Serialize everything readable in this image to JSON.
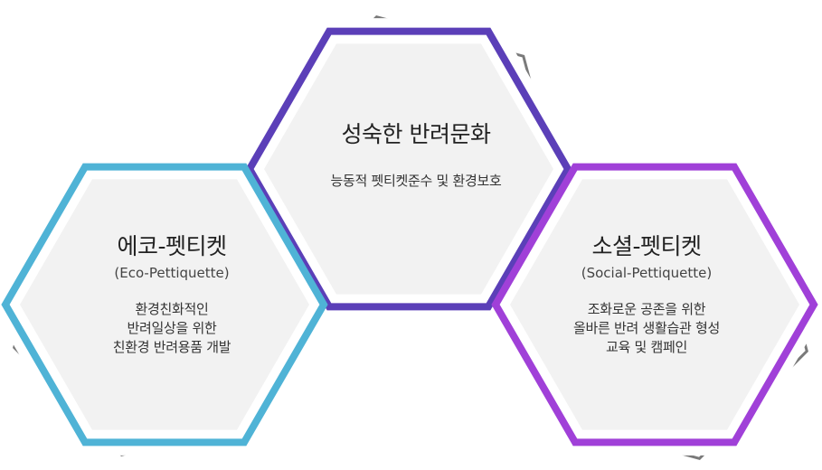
{
  "nodes": {
    "top": {
      "title": "성숙한 반려문화",
      "subtitle": "",
      "description": [
        "능동적 펫티켓준수 및 환경보호"
      ],
      "color": "#5b3fb8"
    },
    "left": {
      "title": "에코-펫티켓",
      "subtitle": "(Eco-Pettiquette)",
      "description": [
        "환경친화적인",
        "반려일상을 위한",
        "친환경 반려용품 개발"
      ],
      "color": "#4fb3d6"
    },
    "right": {
      "title": "소셜-펫티켓",
      "subtitle": "(Social-Pettiquette)",
      "description": [
        "조화로운 공존을 위한",
        "올바른 반려 생활습관 형성",
        "교육 및 캠페인"
      ],
      "color": "#a040d8"
    }
  },
  "colors": {
    "hex_fill": "#f2f2f2",
    "back_outline": "#7a7a7a"
  }
}
